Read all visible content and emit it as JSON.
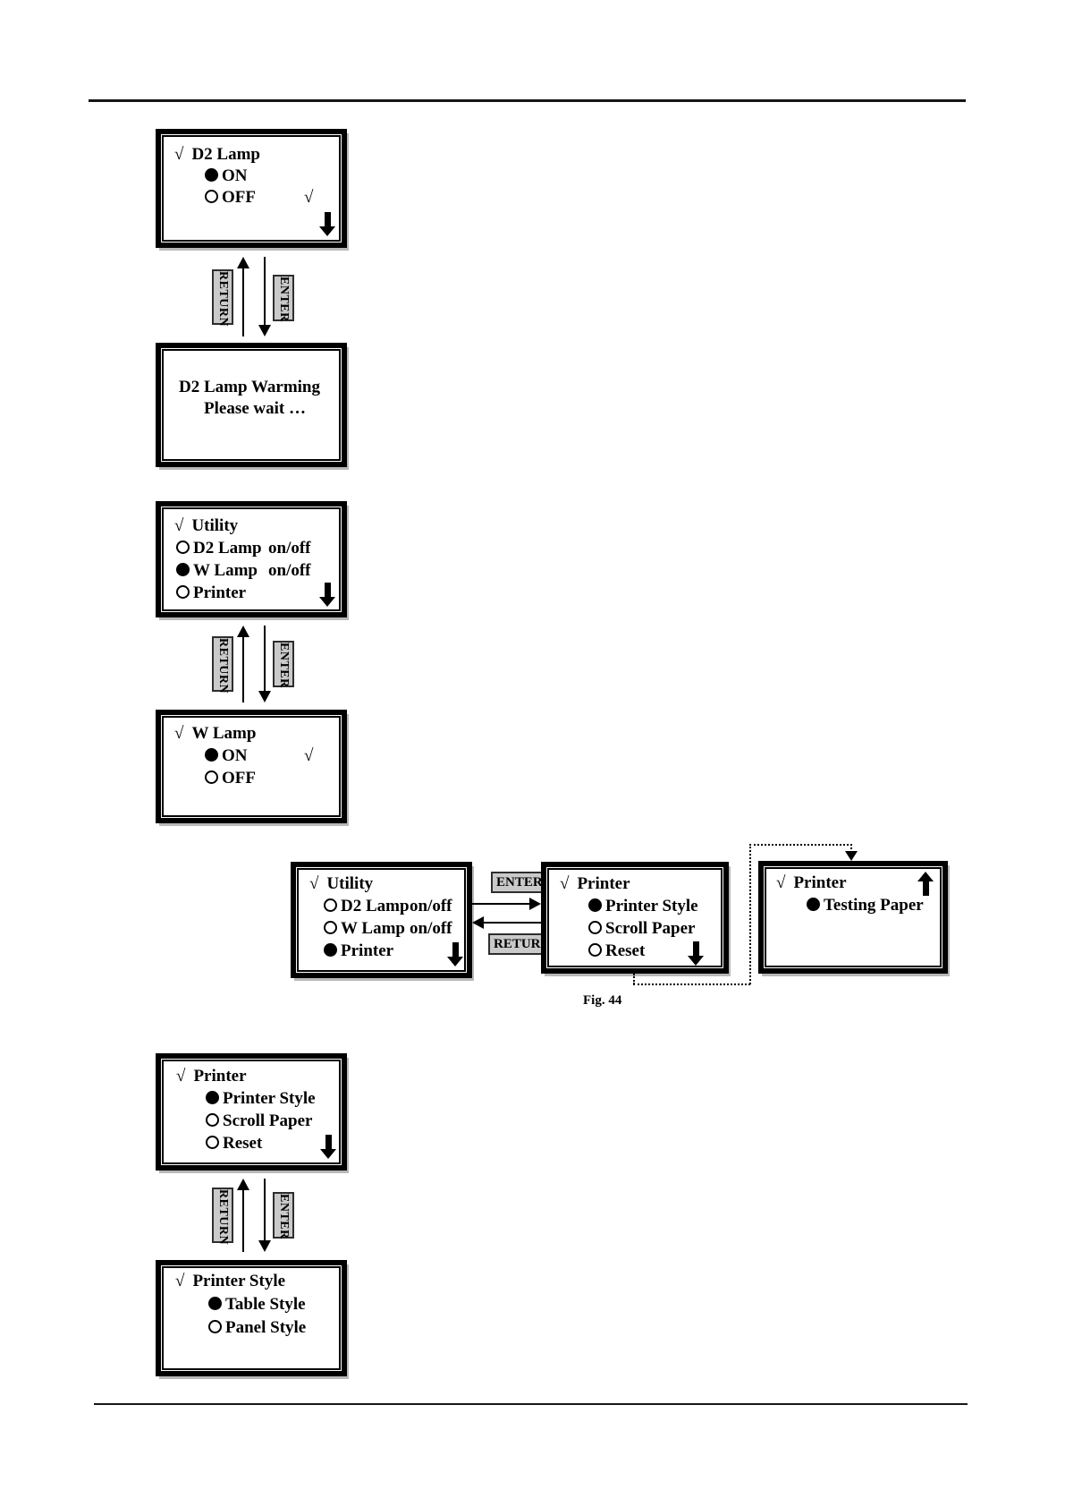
{
  "figure": {
    "caption": "Fig. 44"
  },
  "connectors": {
    "return": "RETURN",
    "enter": "ENTER"
  },
  "colors": {
    "ink": "#000000",
    "label_bg": "#cacaca",
    "page": "#ffffff"
  },
  "screens": {
    "d2_lamp": {
      "check": "√",
      "title": "D2 Lamp",
      "items": [
        {
          "bullet": "filled",
          "text": "ON"
        },
        {
          "bullet": "hollow",
          "text": "OFF",
          "status_check": "√"
        }
      ]
    },
    "d2_warming": {
      "lines": [
        "D2 Lamp Warming",
        "Please wait …"
      ]
    },
    "utility_a": {
      "check": "√",
      "title": "Utility",
      "items": [
        {
          "bullet": "hollow",
          "text": "D2 Lamp",
          "suffix": "on/off"
        },
        {
          "bullet": "filled",
          "text": "W Lamp",
          "suffix": "on/off"
        },
        {
          "bullet": "hollow",
          "text": "Printer"
        }
      ]
    },
    "w_lamp": {
      "check": "√",
      "title": "W Lamp",
      "items": [
        {
          "bullet": "filled",
          "text": "ON",
          "status_check": "√"
        },
        {
          "bullet": "hollow",
          "text": "OFF"
        }
      ]
    },
    "utility_b": {
      "check": "√",
      "title": "Utility",
      "items": [
        {
          "bullet": "hollow",
          "text": "D2 Lamp",
          "suffix": "on/off"
        },
        {
          "bullet": "hollow",
          "text": "W Lamp",
          "suffix": "on/off"
        },
        {
          "bullet": "filled",
          "text": "Printer"
        }
      ]
    },
    "printer_a": {
      "check": "√",
      "title": "Printer",
      "items": [
        {
          "bullet": "filled",
          "text": "Printer Style"
        },
        {
          "bullet": "hollow",
          "text": "Scroll Paper"
        },
        {
          "bullet": "hollow",
          "text": "Reset"
        }
      ]
    },
    "testing_paper": {
      "check": "√",
      "title": "Printer",
      "items": [
        {
          "bullet": "filled",
          "text": "Testing Paper"
        }
      ]
    },
    "printer_b": {
      "check": "√",
      "title": "Printer",
      "items": [
        {
          "bullet": "filled",
          "text": "Printer Style"
        },
        {
          "bullet": "hollow",
          "text": "Scroll Paper"
        },
        {
          "bullet": "hollow",
          "text": "Reset"
        }
      ]
    },
    "printer_style": {
      "check": "√",
      "title": "Printer Style",
      "items": [
        {
          "bullet": "filled",
          "text": "Table Style"
        },
        {
          "bullet": "hollow",
          "text": "Panel Style"
        }
      ]
    }
  }
}
